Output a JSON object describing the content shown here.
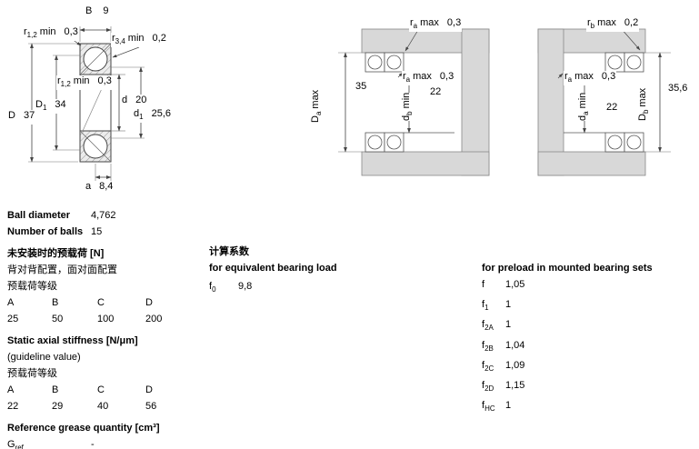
{
  "colors": {
    "housing_gray": "#d8d8d8",
    "line": "#444444",
    "text": "#000000",
    "background": "#ffffff"
  },
  "figures": {
    "section": {
      "dims": {
        "B": {
          "base": "B",
          "value": "9"
        },
        "r12_top": {
          "base": "r",
          "sub": "1,2",
          "suffix": "min",
          "value": "0,3"
        },
        "r34": {
          "base": "r",
          "sub": "3,4",
          "suffix": "min",
          "value": "0,2"
        },
        "r12_mid": {
          "base": "r",
          "sub": "1,2",
          "suffix": "min",
          "value": "0,3"
        },
        "D1": {
          "base": "D",
          "sub": "1",
          "value": "34"
        },
        "d": {
          "base": "d",
          "value": "20"
        },
        "d1": {
          "base": "d",
          "sub": "1",
          "value": "25,6"
        },
        "D": {
          "base": "D",
          "value": "37"
        },
        "a": {
          "base": "a",
          "value": "8,4"
        }
      }
    },
    "abutment_mid": {
      "dims": {
        "ra_top": {
          "base": "r",
          "sub": "a",
          "suffix": "max",
          "value": "0,3"
        },
        "Da": {
          "base": "D",
          "sub": "a",
          "suffix": "max",
          "value": "35"
        },
        "ra_mid": {
          "base": "r",
          "sub": "a",
          "suffix": "max",
          "value": "0,3"
        },
        "db": {
          "base": "d",
          "sub": "b",
          "suffix": "min",
          "value": "22"
        }
      }
    },
    "abutment_right": {
      "dims": {
        "rb_top": {
          "base": "r",
          "sub": "b",
          "suffix": "max",
          "value": "0,2"
        },
        "ra_mid": {
          "base": "r",
          "sub": "a",
          "suffix": "max",
          "value": "0,3"
        },
        "Db": {
          "base": "D",
          "sub": "b",
          "suffix": "max",
          "value": "35,6"
        },
        "da": {
          "base": "d",
          "sub": "a",
          "suffix": "min",
          "value": "22"
        }
      }
    }
  },
  "tables": {
    "ball_diameter": {
      "label": "Ball diameter",
      "value": "4,762"
    },
    "number_of_balls": {
      "label": "Number of balls",
      "value": "15"
    },
    "preload_unmounted": {
      "title": "未安装时的预载荷 [N]",
      "subtitle": "背对背配置，面对面配置",
      "row_label": "预载荷等级",
      "classes": [
        "A",
        "B",
        "C",
        "D"
      ],
      "values": [
        "25",
        "50",
        "100",
        "200"
      ]
    },
    "axial_stiffness": {
      "title": "Static axial stiffness [N/μm]",
      "subtitle": "(guideline value)",
      "row_label": "预载荷等级",
      "classes": [
        "A",
        "B",
        "C",
        "D"
      ],
      "values": [
        "22",
        "29",
        "40",
        "56"
      ]
    },
    "grease": {
      "title": "Reference grease quantity [cm³]",
      "symbol": {
        "base": "G",
        "sub": "ref"
      },
      "value": "-"
    },
    "calc_factors": {
      "title": "计算系数",
      "subtitle": "for equivalent bearing load",
      "rows": [
        {
          "base": "f",
          "sub": "0",
          "value": "9,8"
        }
      ]
    },
    "preload_factors": {
      "title": "for preload in mounted bearing sets",
      "rows": [
        {
          "base": "f",
          "sub": "",
          "value": "1,05"
        },
        {
          "base": "f",
          "sub": "1",
          "value": "1"
        },
        {
          "base": "f",
          "sub": "2A",
          "value": "1"
        },
        {
          "base": "f",
          "sub": "2B",
          "value": "1,04"
        },
        {
          "base": "f",
          "sub": "2C",
          "value": "1,09"
        },
        {
          "base": "f",
          "sub": "2D",
          "value": "1,15"
        },
        {
          "base": "f",
          "sub": "HC",
          "value": "1"
        }
      ]
    }
  }
}
